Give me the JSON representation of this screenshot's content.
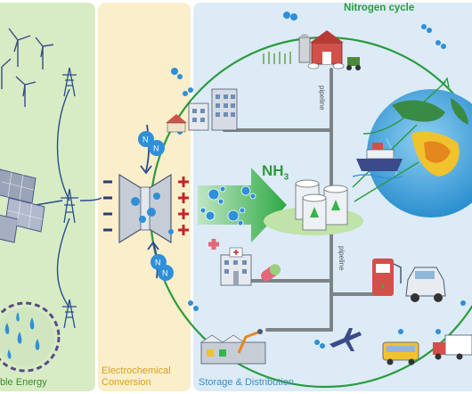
{
  "sections": {
    "renewable": "ble Energy",
    "electrochemical": "Electrochemical\nConversion",
    "storage": "Storage & Distribution"
  },
  "cycle_label": "Nitrogen cycle",
  "product": {
    "formula": "NH",
    "subscript": "3"
  },
  "pipeline_labels": [
    "pipeline",
    "pipeline"
  ],
  "molecule_atom": "N",
  "colors": {
    "renewable_bg": "#d7ecc4",
    "electro_bg": "#fbeecb",
    "storage_bg": "#dcebf6",
    "cycle_green": "#2a9a3e",
    "ammonia_green": "#37b34a",
    "molecule_blue": "#2f8fd8",
    "plus_red": "#c0262c",
    "pipe_gray": "#7d8387"
  },
  "icons": [
    "wind-turbine-icon",
    "power-pylon-icon",
    "solar-panel-icon",
    "hydro-wheel-icon",
    "electrolyzer-icon",
    "farm-icon",
    "office-building-icon",
    "storage-tank-icon",
    "cargo-ship-icon",
    "globe-icon",
    "hospital-icon",
    "pill-icon",
    "fuel-pump-icon",
    "car-icon",
    "factory-icon",
    "airplane-icon",
    "bus-icon",
    "truck-icon"
  ]
}
